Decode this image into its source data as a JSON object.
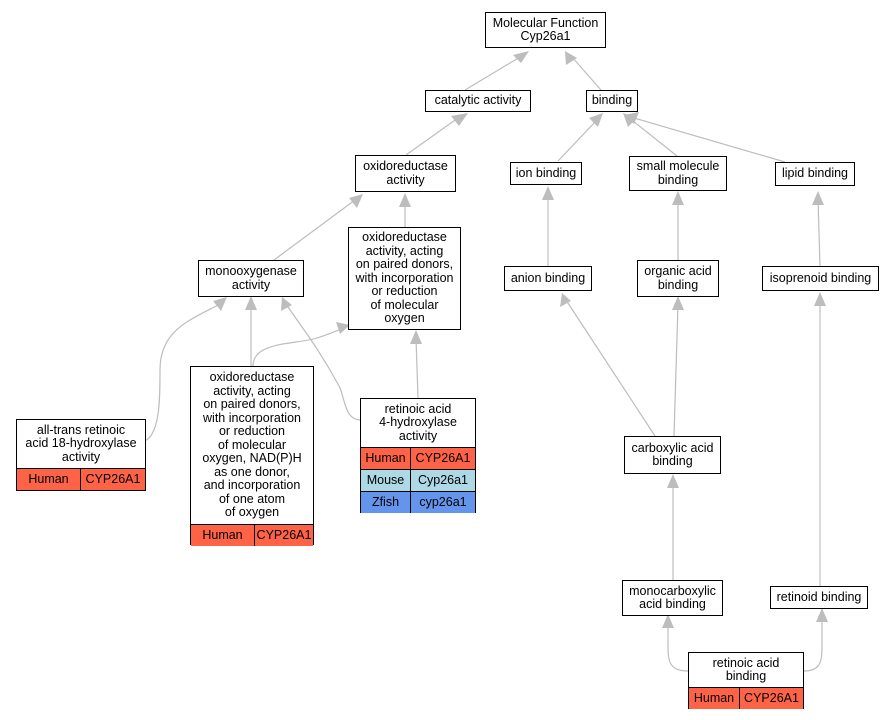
{
  "colors": {
    "human": "#FF6347",
    "mouse": "#ADD8E6",
    "zfish": "#6495ED",
    "edge": "#BDBDBD"
  },
  "nodes": {
    "molecular_function": "Molecular Function\nCyp26a1",
    "catalytic_activity": "catalytic activity",
    "binding": "binding",
    "oxidoreductase_activity": "oxidoreductase\nactivity",
    "ion_binding": "ion binding",
    "small_molecule_binding": "small molecule\nbinding",
    "lipid_binding": "lipid binding",
    "oxidoreductase_paired_donors": "oxidoreductase\nactivity, acting\non paired donors,\nwith incorporation\nor reduction\nof molecular\noxygen",
    "monooxygenase_activity": "monooxygenase\nactivity",
    "anion_binding": "anion binding",
    "organic_acid_binding": "organic acid\nbinding",
    "isoprenoid_binding": "isoprenoid binding",
    "oxidoreductase_nadph": "oxidoreductase\nactivity, acting\non paired donors,\nwith incorporation\nor reduction\nof molecular\noxygen, NAD(P)H\nas one donor,\nand incorporation\nof one atom\nof oxygen",
    "all_trans_retinoic": "all-trans retinoic\nacid 18-hydroxylase\nactivity",
    "retinoic_acid_4_hydroxylase": "retinoic acid\n4-hydroxylase\nactivity",
    "carboxylic_acid_binding": "carboxylic acid\nbinding",
    "monocarboxylic_acid_binding": "monocarboxylic\nacid binding",
    "retinoid_binding": "retinoid binding",
    "retinoic_acid_binding": "retinoic acid\nbinding"
  },
  "annotations": {
    "nadph": [
      {
        "species": "Human",
        "gene": "CYP26A1"
      }
    ],
    "all_trans": [
      {
        "species": "Human",
        "gene": "CYP26A1"
      }
    ],
    "ra4h": [
      {
        "species": "Human",
        "gene": "CYP26A1"
      },
      {
        "species": "Mouse",
        "gene": "Cyp26a1"
      },
      {
        "species": "Zfish",
        "gene": "cyp26a1"
      }
    ],
    "rab": [
      {
        "species": "Human",
        "gene": "CYP26A1"
      }
    ]
  }
}
